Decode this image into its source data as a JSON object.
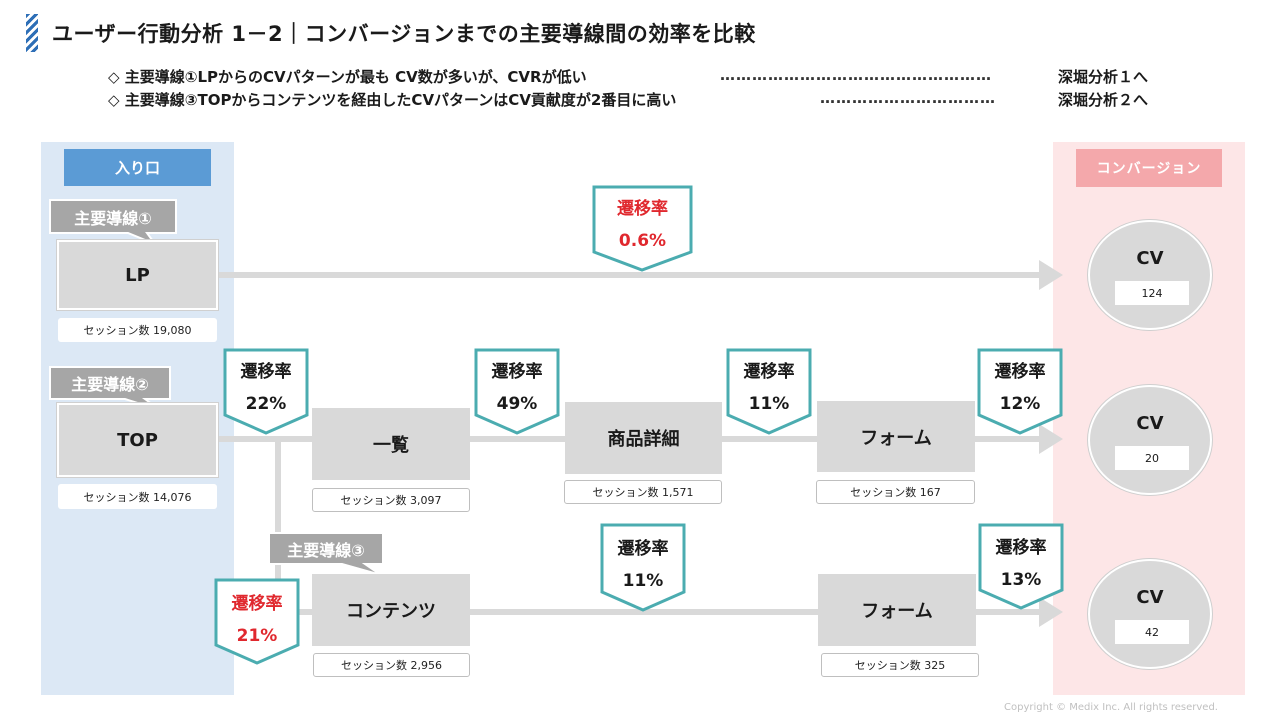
{
  "title": "ユーザー行動分析 1－2｜コンバージョンまでの主要導線間の効率を比較",
  "summary": [
    {
      "text": "◇ 主要導線①LPからのCVパターンが最も CV数が多いが、CVRが低い",
      "dots": "……………………………………………",
      "link": "深堀分析１へ"
    },
    {
      "text": "◇ 主要導線③TOPからコンテンツを経由したCVパターンはCV貢献度が2番目に高い",
      "dots": "……………………………",
      "link": "深堀分析２へ"
    }
  ],
  "entry_header": "入り口",
  "conversion_header": "コンバージョン",
  "routes": {
    "route1": "主要導線①",
    "route2": "主要導線②",
    "route3": "主要導線③"
  },
  "nodes": {
    "lp": {
      "label": "LP",
      "sessions": "セッション数 19,080"
    },
    "top": {
      "label": "TOP",
      "sessions": "セッション数 14,076"
    },
    "list": {
      "label": "一覧",
      "sessions": "セッション数 3,097"
    },
    "product": {
      "label": "商品詳細",
      "sessions": "セッション数 1,571"
    },
    "form1": {
      "label": "フォーム",
      "sessions": "セッション数 167"
    },
    "content": {
      "label": "コンテンツ",
      "sessions": "セッション数 2,956"
    },
    "form2": {
      "label": "フォーム",
      "sessions": "セッション数 325"
    }
  },
  "rate_label": "遷移率",
  "rates": {
    "lp_cv": "0.6%",
    "top_list": "22%",
    "list_product": "49%",
    "product_form": "11%",
    "form_cv": "12%",
    "top_content": "21%",
    "content_form": "11%",
    "form2_cv": "13%"
  },
  "cv": [
    {
      "label": "CV",
      "count": "124"
    },
    {
      "label": "CV",
      "count": "20"
    },
    {
      "label": "CV",
      "count": "42"
    }
  ],
  "colors": {
    "accent_blue": "#5b9bd5",
    "entry_panel": "#dce8f5",
    "conversion_header": "#f4a8ab",
    "conversion_panel": "#fde6e7",
    "callout_border": "#4bacb0",
    "highlight_red": "#e0282e",
    "node_gray": "#d9d9d9",
    "tag_gray": "#a6a6a6"
  },
  "copyright": "Copyright © Medix Inc. All rights reserved."
}
